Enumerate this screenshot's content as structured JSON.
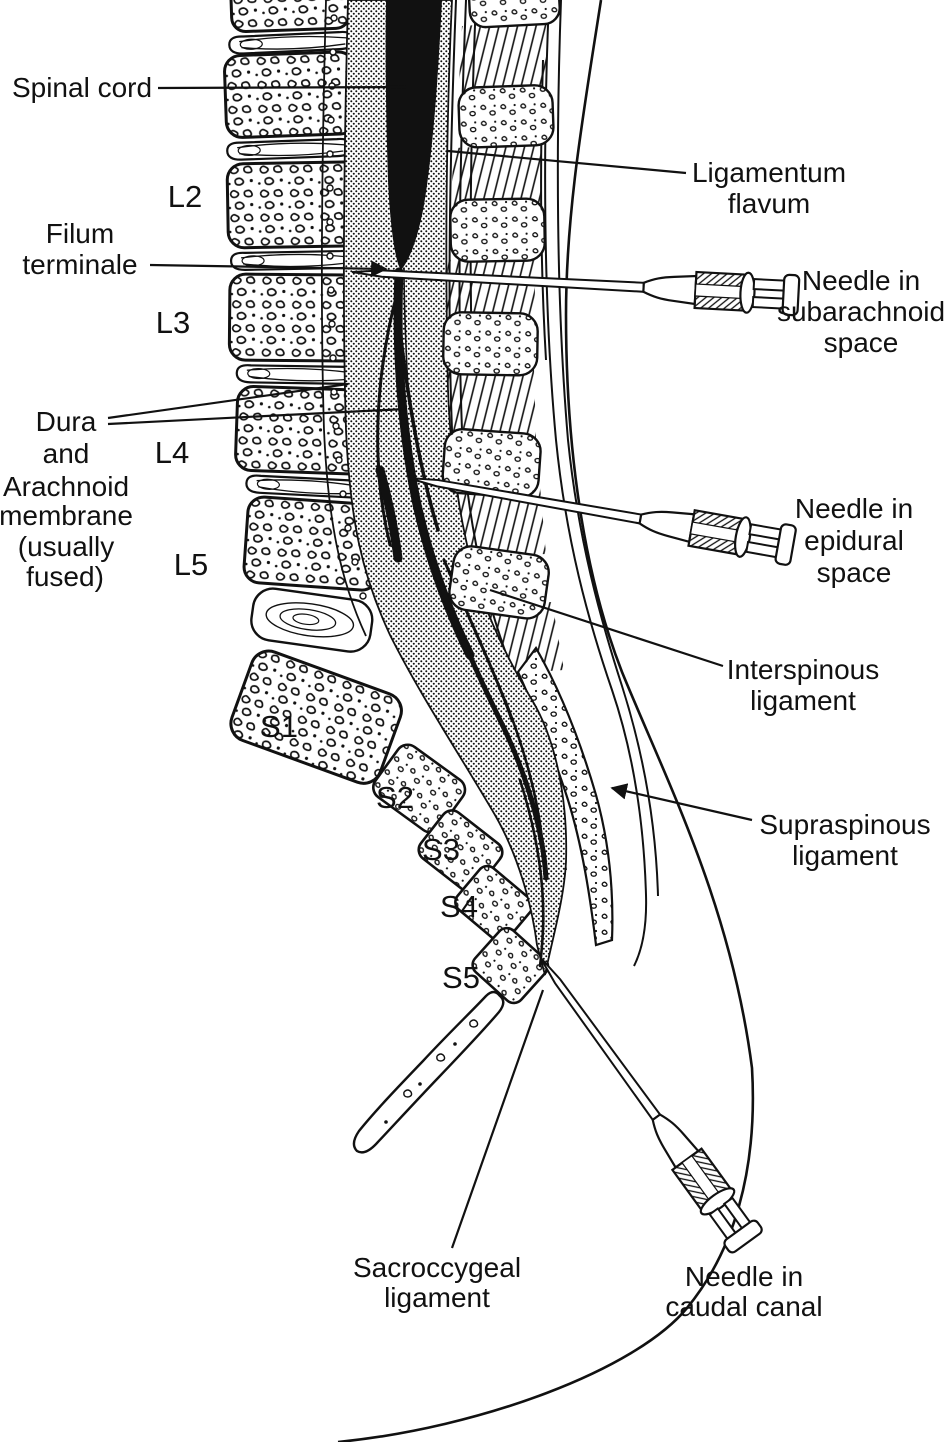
{
  "labels": {
    "spinal_cord": "Spinal cord",
    "filum_terminale": [
      "Filum",
      "terminale"
    ],
    "dura_arachnoid": [
      "Dura",
      "and",
      "Arachnoid",
      "membrane",
      "(usually",
      "fused)"
    ],
    "ligamentum_flavum": [
      "Ligamentum",
      "flavum"
    ],
    "interspinous_ligament": [
      "Interspinous",
      "ligament"
    ],
    "supraspinous_ligament": [
      "Supraspinous",
      "ligament"
    ],
    "sacroccygeal_ligament": [
      "Sacroccygeal",
      "ligament"
    ]
  },
  "needles": {
    "subarachnoid": [
      "Needle in",
      "subarachnoid",
      "space"
    ],
    "epidural": [
      "Needle in",
      "epidural",
      "space"
    ],
    "caudal": [
      "Needle in",
      "caudal canal"
    ]
  },
  "vertebrae": {
    "lumbar": [
      "L2",
      "L3",
      "L4",
      "L5"
    ],
    "sacral": [
      "S1",
      "S2",
      "S3",
      "S4",
      "S5"
    ]
  },
  "colors": {
    "ink": "#111111",
    "paper": "#ffffff"
  }
}
